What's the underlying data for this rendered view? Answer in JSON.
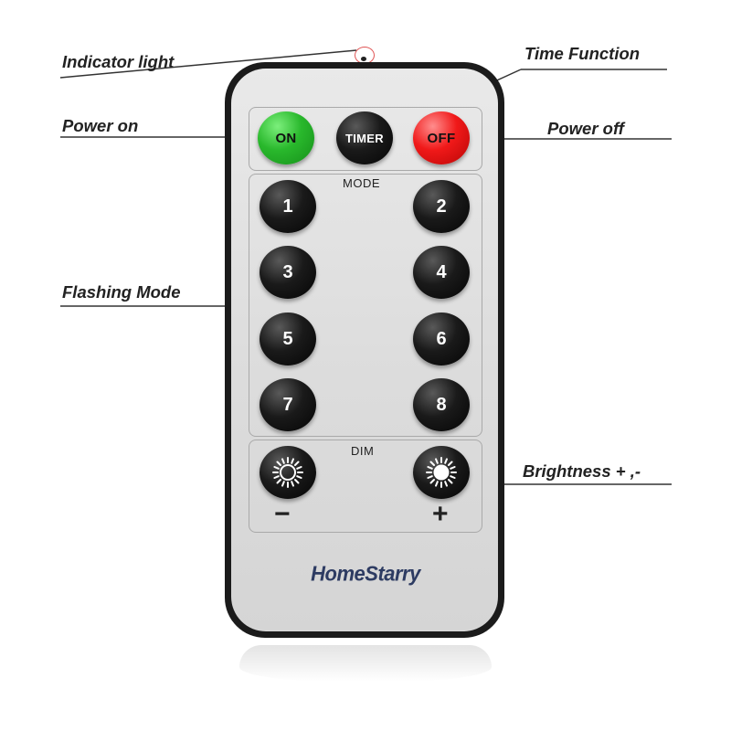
{
  "buttons": {
    "on": "ON",
    "timer": "TIMER",
    "off": "OFF",
    "modes": [
      "1",
      "2",
      "3",
      "4",
      "5",
      "6",
      "7",
      "8"
    ]
  },
  "sections": {
    "mode": "MODE",
    "dim": "DIM",
    "minus": "−",
    "plus": "+"
  },
  "brand": "HomeStarry",
  "callouts": {
    "indicator_light": "Indicator light",
    "time_function": "Time Function",
    "power_on": "Power on",
    "power_off": "Power off",
    "flashing_mode": "Flashing Mode",
    "brightness": "Brightness + ,-"
  },
  "colors": {
    "on_button": "#29b82c",
    "off_button": "#f01919",
    "button_black": "#0d0d0d",
    "remote_body": "#1b1b1b",
    "remote_face": "#e2e2e2",
    "brand_text": "#2d3b62"
  },
  "icons": {
    "dim_minus": "sun-outline-icon",
    "dim_plus": "sun-filled-icon"
  }
}
